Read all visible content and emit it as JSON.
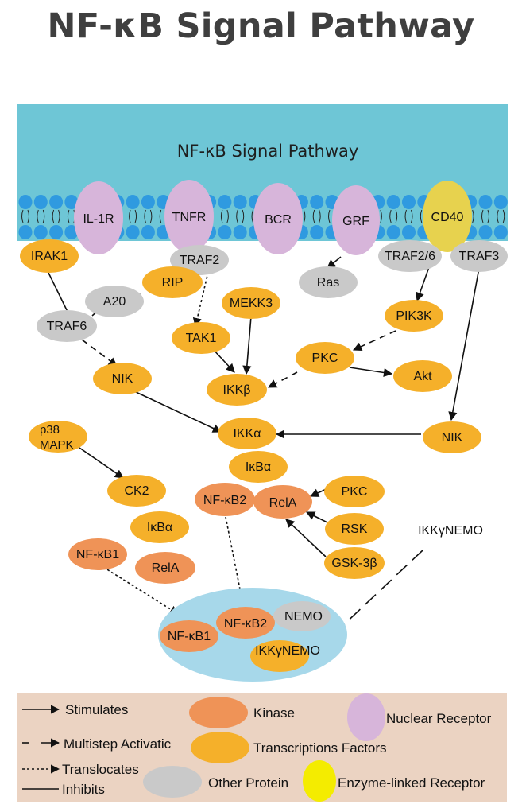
{
  "title": "NF-κB Signal Pathway",
  "band_title": "NF-κB Signal Pathway",
  "colors": {
    "membrane_band": "#6ec6d6",
    "lipid_head": "#2f9ae0",
    "nuclear_receptor": "#d7b5da",
    "enzyme_linked_receptor": "#e7d24e",
    "transcription_factor": "#f5b02a",
    "kinase": "#ef9357",
    "other_protein": "#c9c9c9",
    "nucleus": "#a7d8ea",
    "legend_bg": "#ebd3c2",
    "legend_enzyme": "#f4ec00"
  },
  "receptors": [
    {
      "id": "il1r",
      "label": "IL-1R",
      "type": "nuclear_receptor"
    },
    {
      "id": "tnfr",
      "label": "TNFR",
      "type": "nuclear_receptor"
    },
    {
      "id": "bcr",
      "label": "BCR",
      "type": "nuclear_receptor"
    },
    {
      "id": "grf",
      "label": "GRF",
      "type": "nuclear_receptor"
    },
    {
      "id": "cd40",
      "label": "CD40",
      "type": "enzyme_linked_receptor"
    }
  ],
  "nodes": {
    "irak1": "IRAK1",
    "traf2": "TRAF2",
    "traf26": "TRAF2/6",
    "traf3": "TRAF3",
    "ras": "Ras",
    "rip": "RIP",
    "a20": "A20",
    "traf6": "TRAF6",
    "mekk3": "MEKK3",
    "pik3k": "PIK3K",
    "tak1": "TAK1",
    "pkc1": "PKC",
    "akt": "Akt",
    "nik1": "NIK",
    "ikkb": "IKKβ",
    "ikka": "IKKα",
    "nik2": "NIK",
    "p38_line1": "p38",
    "p38_line2": "MAPK",
    "ikba1": "IκBα",
    "ck2": "CK2",
    "nfkb2a": "NF-κB2",
    "rela1": "RelA",
    "pkc2": "PKC",
    "ikba2": "IκBα",
    "rsk": "RSK",
    "ikkgnemo_top": "IKKγNEMO",
    "nfkb1a": "NF-κB1",
    "rela2": "RelA",
    "gsk3b": "GSK-3β",
    "nemo": "NEMO",
    "nfkb2b": "NF-κB2",
    "nfkb1b": "NF-κB1",
    "ikkgnemo_in": "IKKγNEMO"
  },
  "legend": {
    "stimulates": "Stimulates",
    "multistep": "Multistep Activatic",
    "translocates": "Translocates",
    "inhibits": "Inhibits",
    "kinase": "Kinase",
    "transcription_factors": "Transcriptions Factors",
    "other_protein": "Other Protein",
    "nuclear_receptor": "Nuclear Receptor",
    "enzyme_linked_receptor": "Enzyme-linked Receptor"
  }
}
